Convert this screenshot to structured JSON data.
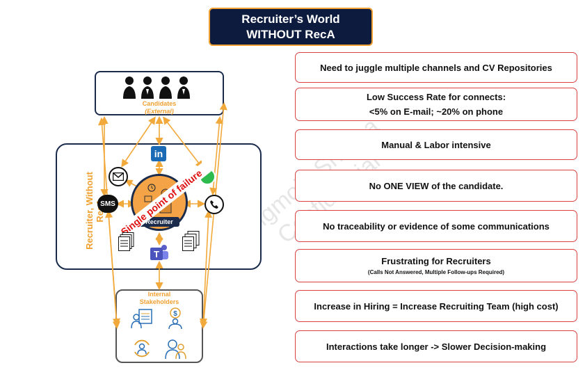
{
  "title": {
    "line1": "Recruiter’s World",
    "line2": "WITHOUT RecA"
  },
  "diagram": {
    "candidates_label": "Candidates",
    "candidates_sub": "(External)",
    "recruiter_section_label": "Recruiter, Without RecA",
    "recruiter_label": "Recruiter",
    "spof_label": "Single point of failure",
    "stakeholders_label_1": "Internal",
    "stakeholders_label_2": "Stakeholders",
    "sms_label": "SMS",
    "linkedin_label": "in",
    "watermark_line1": "Sigmoid Sherpa",
    "watermark_line2": "Confidential",
    "colors": {
      "navy": "#0d1b3e",
      "orange": "#f0a030",
      "red": "#d94040",
      "arrow": "#f2a93b"
    }
  },
  "pain_points": [
    {
      "text": "Need to juggle multiple channels and CV Repositories"
    },
    {
      "text": "Low Success Rate for connects:",
      "line2": "<5% on E-mail; ~20% on phone"
    },
    {
      "text": "Manual & Labor intensive"
    },
    {
      "text": "No ONE VIEW of the candidate."
    },
    {
      "text": "No traceability or evidence of some communications"
    },
    {
      "text": "Frustrating for Recruiters",
      "sub": "(Calls Not Answered, Multiple Follow-ups Required)"
    },
    {
      "text": "Increase in Hiring = Increase Recruiting Team (high cost)"
    },
    {
      "text": "Interactions take longer -> Slower Decision-making"
    }
  ]
}
